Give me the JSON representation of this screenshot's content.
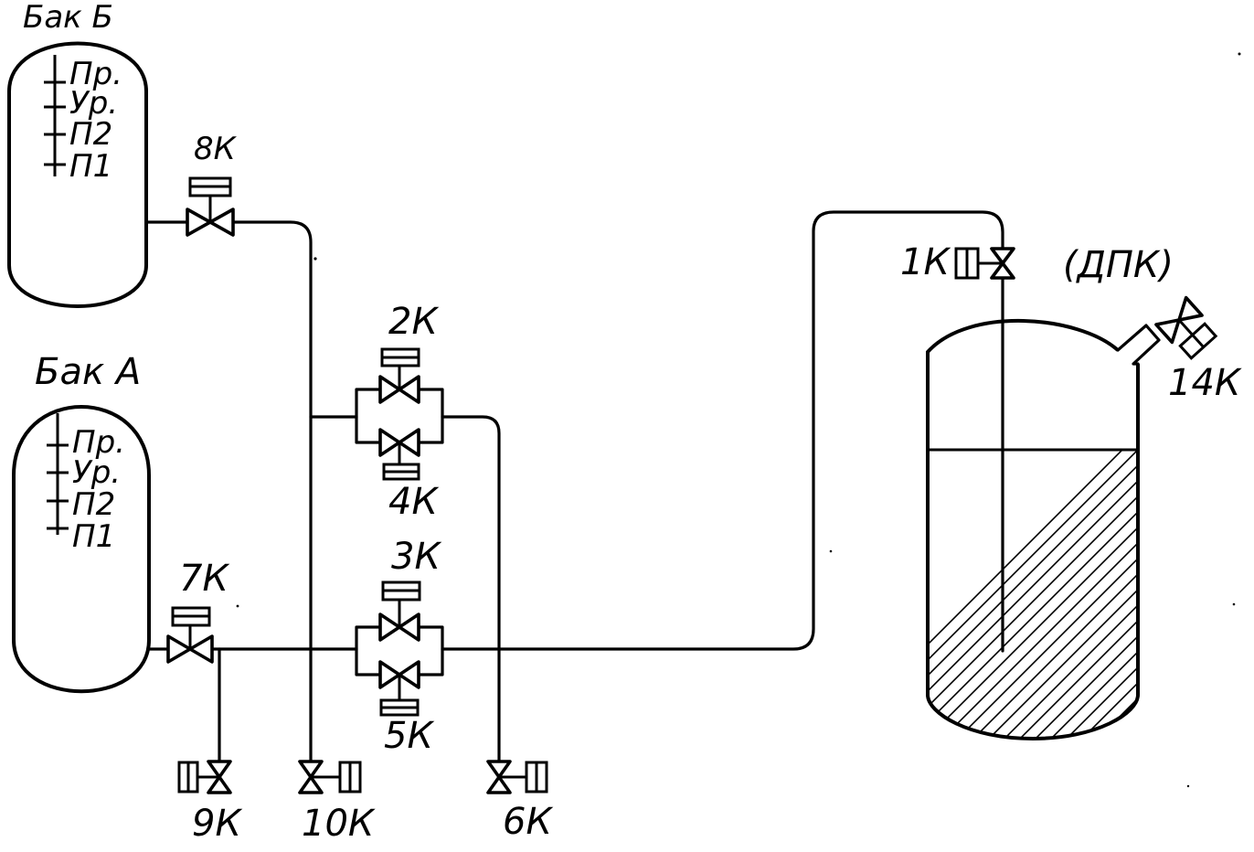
{
  "tanks": {
    "tank_b": {
      "title": "Бак Б",
      "marks": [
        "Пр.",
        "Ур.",
        "П2",
        "П1"
      ]
    },
    "tank_a": {
      "title": "Бак А",
      "marks": [
        "Пр.",
        "Ур.",
        "П2",
        "П1"
      ]
    },
    "dpk": {
      "title": "(ДПК)"
    }
  },
  "valves": {
    "v1": "1К",
    "v2": "2К",
    "v3": "3К",
    "v4": "4К",
    "v5": "5К",
    "v6": "6К",
    "v7": "7К",
    "v8": "8К",
    "v9": "9К",
    "v10": "10К",
    "v14": "14К"
  }
}
